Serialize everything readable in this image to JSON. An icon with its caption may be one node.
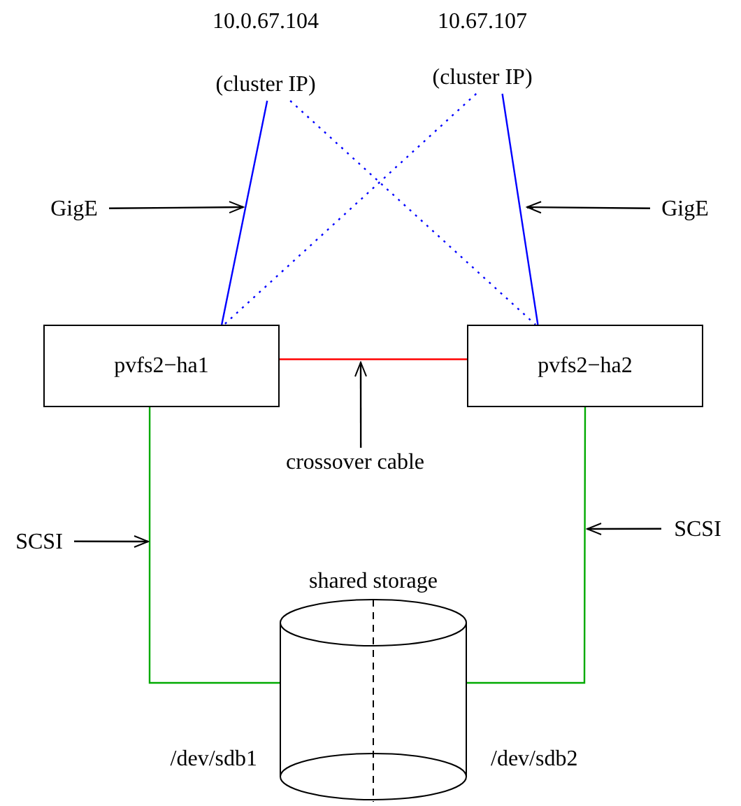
{
  "diagram": {
    "nodes": [
      {
        "text": [
          "10.0.67.104",
          "(cluster IP)"
        ]
      },
      {
        "text": [
          "10.67.107",
          "(cluster IP)"
        ]
      },
      {
        "text": [
          "pvfs2−ha1"
        ]
      },
      {
        "text": [
          "pvfs2−ha2"
        ]
      },
      {
        "text": [
          "shared storage"
        ],
        "beside": [
          "/dev/sdb1",
          "/dev/sdb2"
        ]
      },
      {
        "text": [
          "GigE"
        ]
      },
      {
        "text": [
          "GigE"
        ]
      },
      {
        "text": [
          "crossover cable"
        ]
      },
      {
        "text": [
          "SCSI"
        ]
      },
      {
        "text": [
          "SCSI"
        ]
      }
    ],
    "edges": [
      {
        "from": 0,
        "to": 2,
        "arrow": "none",
        "color": "#0000ff"
      },
      {
        "from": 0,
        "to": 3,
        "arrow": "none",
        "style": "dashed",
        "color": "#0000ff"
      },
      {
        "from": 1,
        "to": 2,
        "arrow": "none",
        "style": "dashed",
        "color": "#0000ff"
      },
      {
        "from": 1,
        "to": 3,
        "arrow": "none",
        "color": "#0000ff"
      },
      {
        "from": 2,
        "to": 3,
        "arrow": "none",
        "color": "#ff0000"
      },
      {
        "from": 2,
        "to": 4,
        "arrow": "none",
        "color": "#00aa00"
      },
      {
        "from": 3,
        "to": 4,
        "arrow": "none",
        "color": "#00aa00"
      },
      {
        "from": 5,
        "to": null,
        "arrow": "to"
      },
      {
        "from": 6,
        "to": null,
        "arrow": "to"
      },
      {
        "from": 7,
        "to": null,
        "arrow": "to"
      },
      {
        "from": 8,
        "to": null,
        "arrow": "to"
      },
      {
        "from": 9,
        "to": null,
        "arrow": "to"
      }
    ]
  }
}
